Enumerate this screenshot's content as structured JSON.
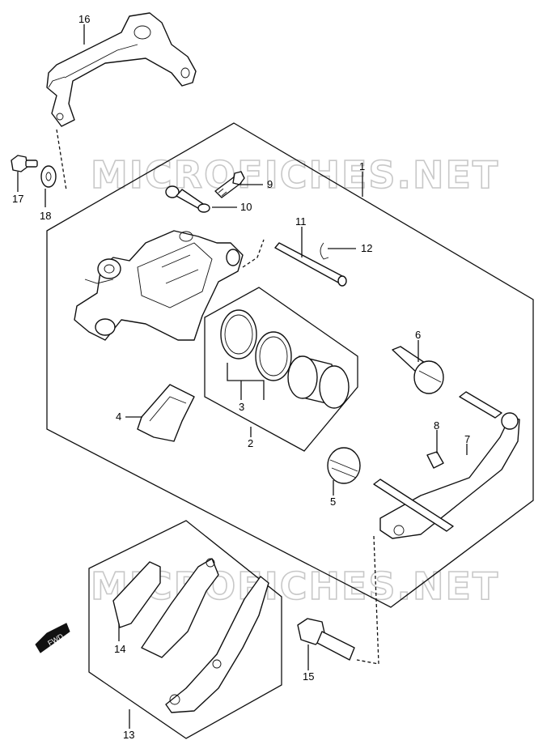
{
  "watermark": "MICROFICHES.NET",
  "fwd_label": "FWD",
  "callouts": [
    {
      "id": "c1",
      "label": "1"
    },
    {
      "id": "c2",
      "label": "2"
    },
    {
      "id": "c3",
      "label": "3"
    },
    {
      "id": "c4",
      "label": "4"
    },
    {
      "id": "c5",
      "label": "5"
    },
    {
      "id": "c6",
      "label": "6"
    },
    {
      "id": "c7",
      "label": "7"
    },
    {
      "id": "c8",
      "label": "8"
    },
    {
      "id": "c9",
      "label": "9"
    },
    {
      "id": "c10",
      "label": "10"
    },
    {
      "id": "c11",
      "label": "11"
    },
    {
      "id": "c12",
      "label": "12"
    },
    {
      "id": "c13",
      "label": "13"
    },
    {
      "id": "c14",
      "label": "14"
    },
    {
      "id": "c15",
      "label": "15"
    },
    {
      "id": "c16",
      "label": "16"
    },
    {
      "id": "c17",
      "label": "17"
    },
    {
      "id": "c18",
      "label": "18"
    }
  ]
}
